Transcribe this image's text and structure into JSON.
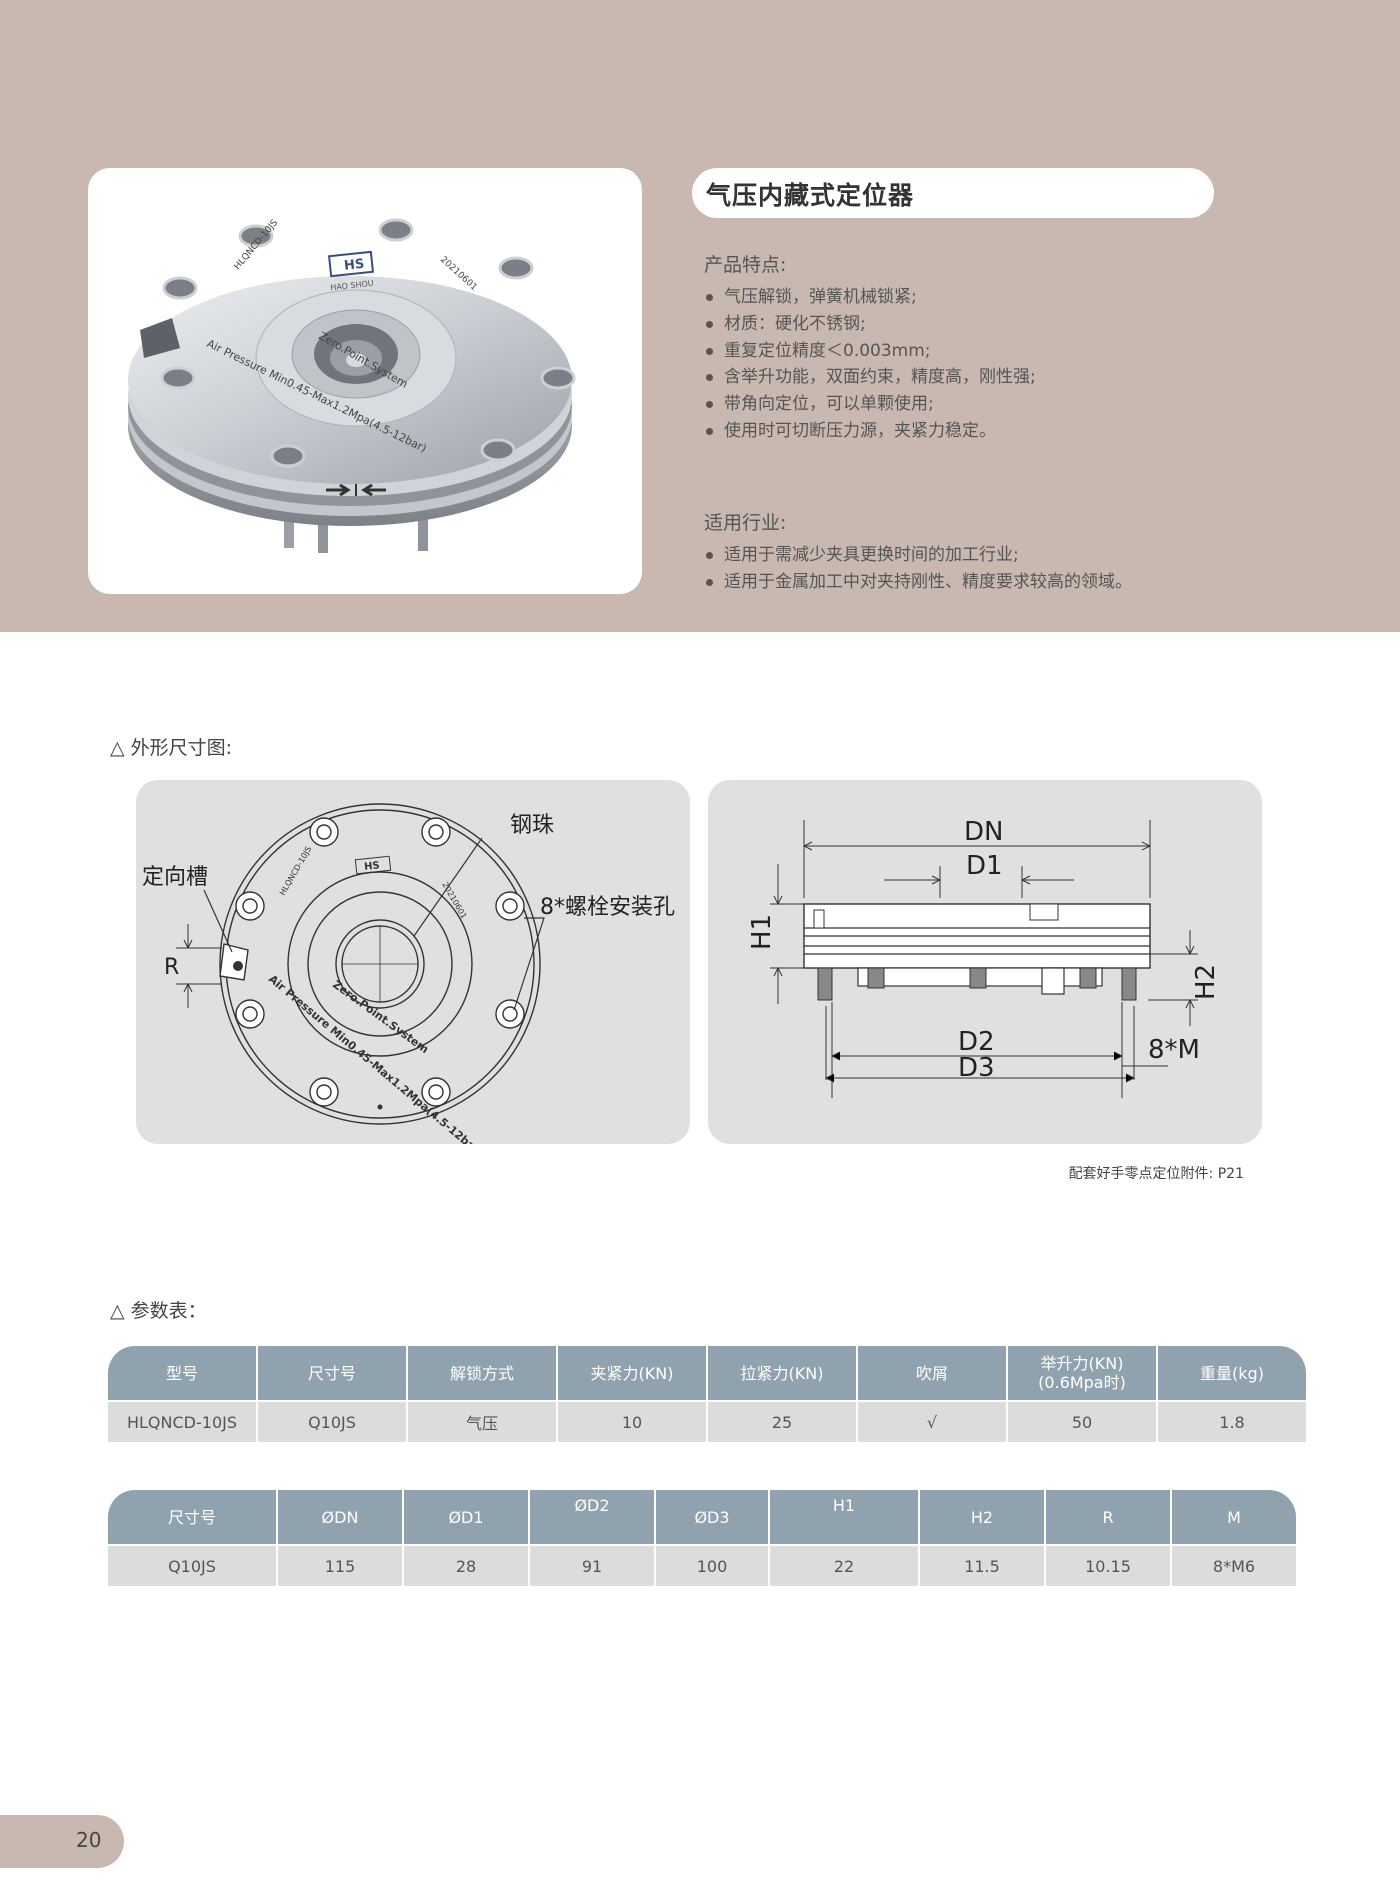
{
  "product": {
    "title": "气压内藏式定位器",
    "photo_marking_logo": "HS",
    "photo_marking_brand": "HAO SHOU",
    "photo_marking_model": "HLQNCD-10JS",
    "photo_marking_date": "20210601",
    "photo_marking_system": "Zero.Point.System",
    "photo_marking_pressure": "Air Pressure Min0.45-Max1.2Mpa(4.5-12bar)"
  },
  "features": {
    "heading": "产品特点:",
    "items": [
      "气压解锁，弹簧机械锁紧;",
      "材质：硬化不锈钢;",
      "重复定位精度＜0.003mm;",
      "含举升功能，双面约束，精度高，刚性强;",
      "带角向定位，可以单颗使用;",
      "使用时可切断压力源，夹紧力稳定。"
    ]
  },
  "industries": {
    "heading": "适用行业:",
    "items": [
      "适用于需减少夹具更换时间的加工行业;",
      "适用于金属加工中对夹持刚性、精度要求较高的领域。"
    ]
  },
  "dimension_section": {
    "heading": "△ 外形尺寸图:",
    "top_view": {
      "label_slot": "定向槽",
      "label_ball": "钢珠",
      "label_bolts": "8*螺栓安装孔",
      "label_r": "R"
    },
    "side_view": {
      "label_dn": "DN",
      "label_d1": "D1",
      "label_d2": "D2",
      "label_d3": "D3",
      "label_h1": "H1",
      "label_h2": "H2",
      "label_m": "8*M"
    },
    "note": "配套好手零点定位附件: P21"
  },
  "params_section": {
    "heading": "△ 参数表：",
    "table1": {
      "headers": [
        "型号",
        "尺寸号",
        "解锁方式",
        "夹紧力(KN)",
        "拉紧力(KN)",
        "吹屑",
        "举升力(KN)",
        "(0.6Mpa时)",
        "重量(kg)"
      ],
      "row": [
        "HLQNCD-10JS",
        "Q10JS",
        "气压",
        "10",
        "25",
        "√",
        "50",
        "1.8"
      ]
    },
    "table2": {
      "headers": [
        "尺寸号",
        "ØDN",
        "ØD1",
        "ØD2",
        "ØD3",
        "H1",
        "H2",
        "R",
        "M"
      ],
      "row": [
        "Q10JS",
        "115",
        "28",
        "91",
        "100",
        "22",
        "11.5",
        "10.15",
        "8*M6"
      ]
    }
  },
  "page_number": "20"
}
